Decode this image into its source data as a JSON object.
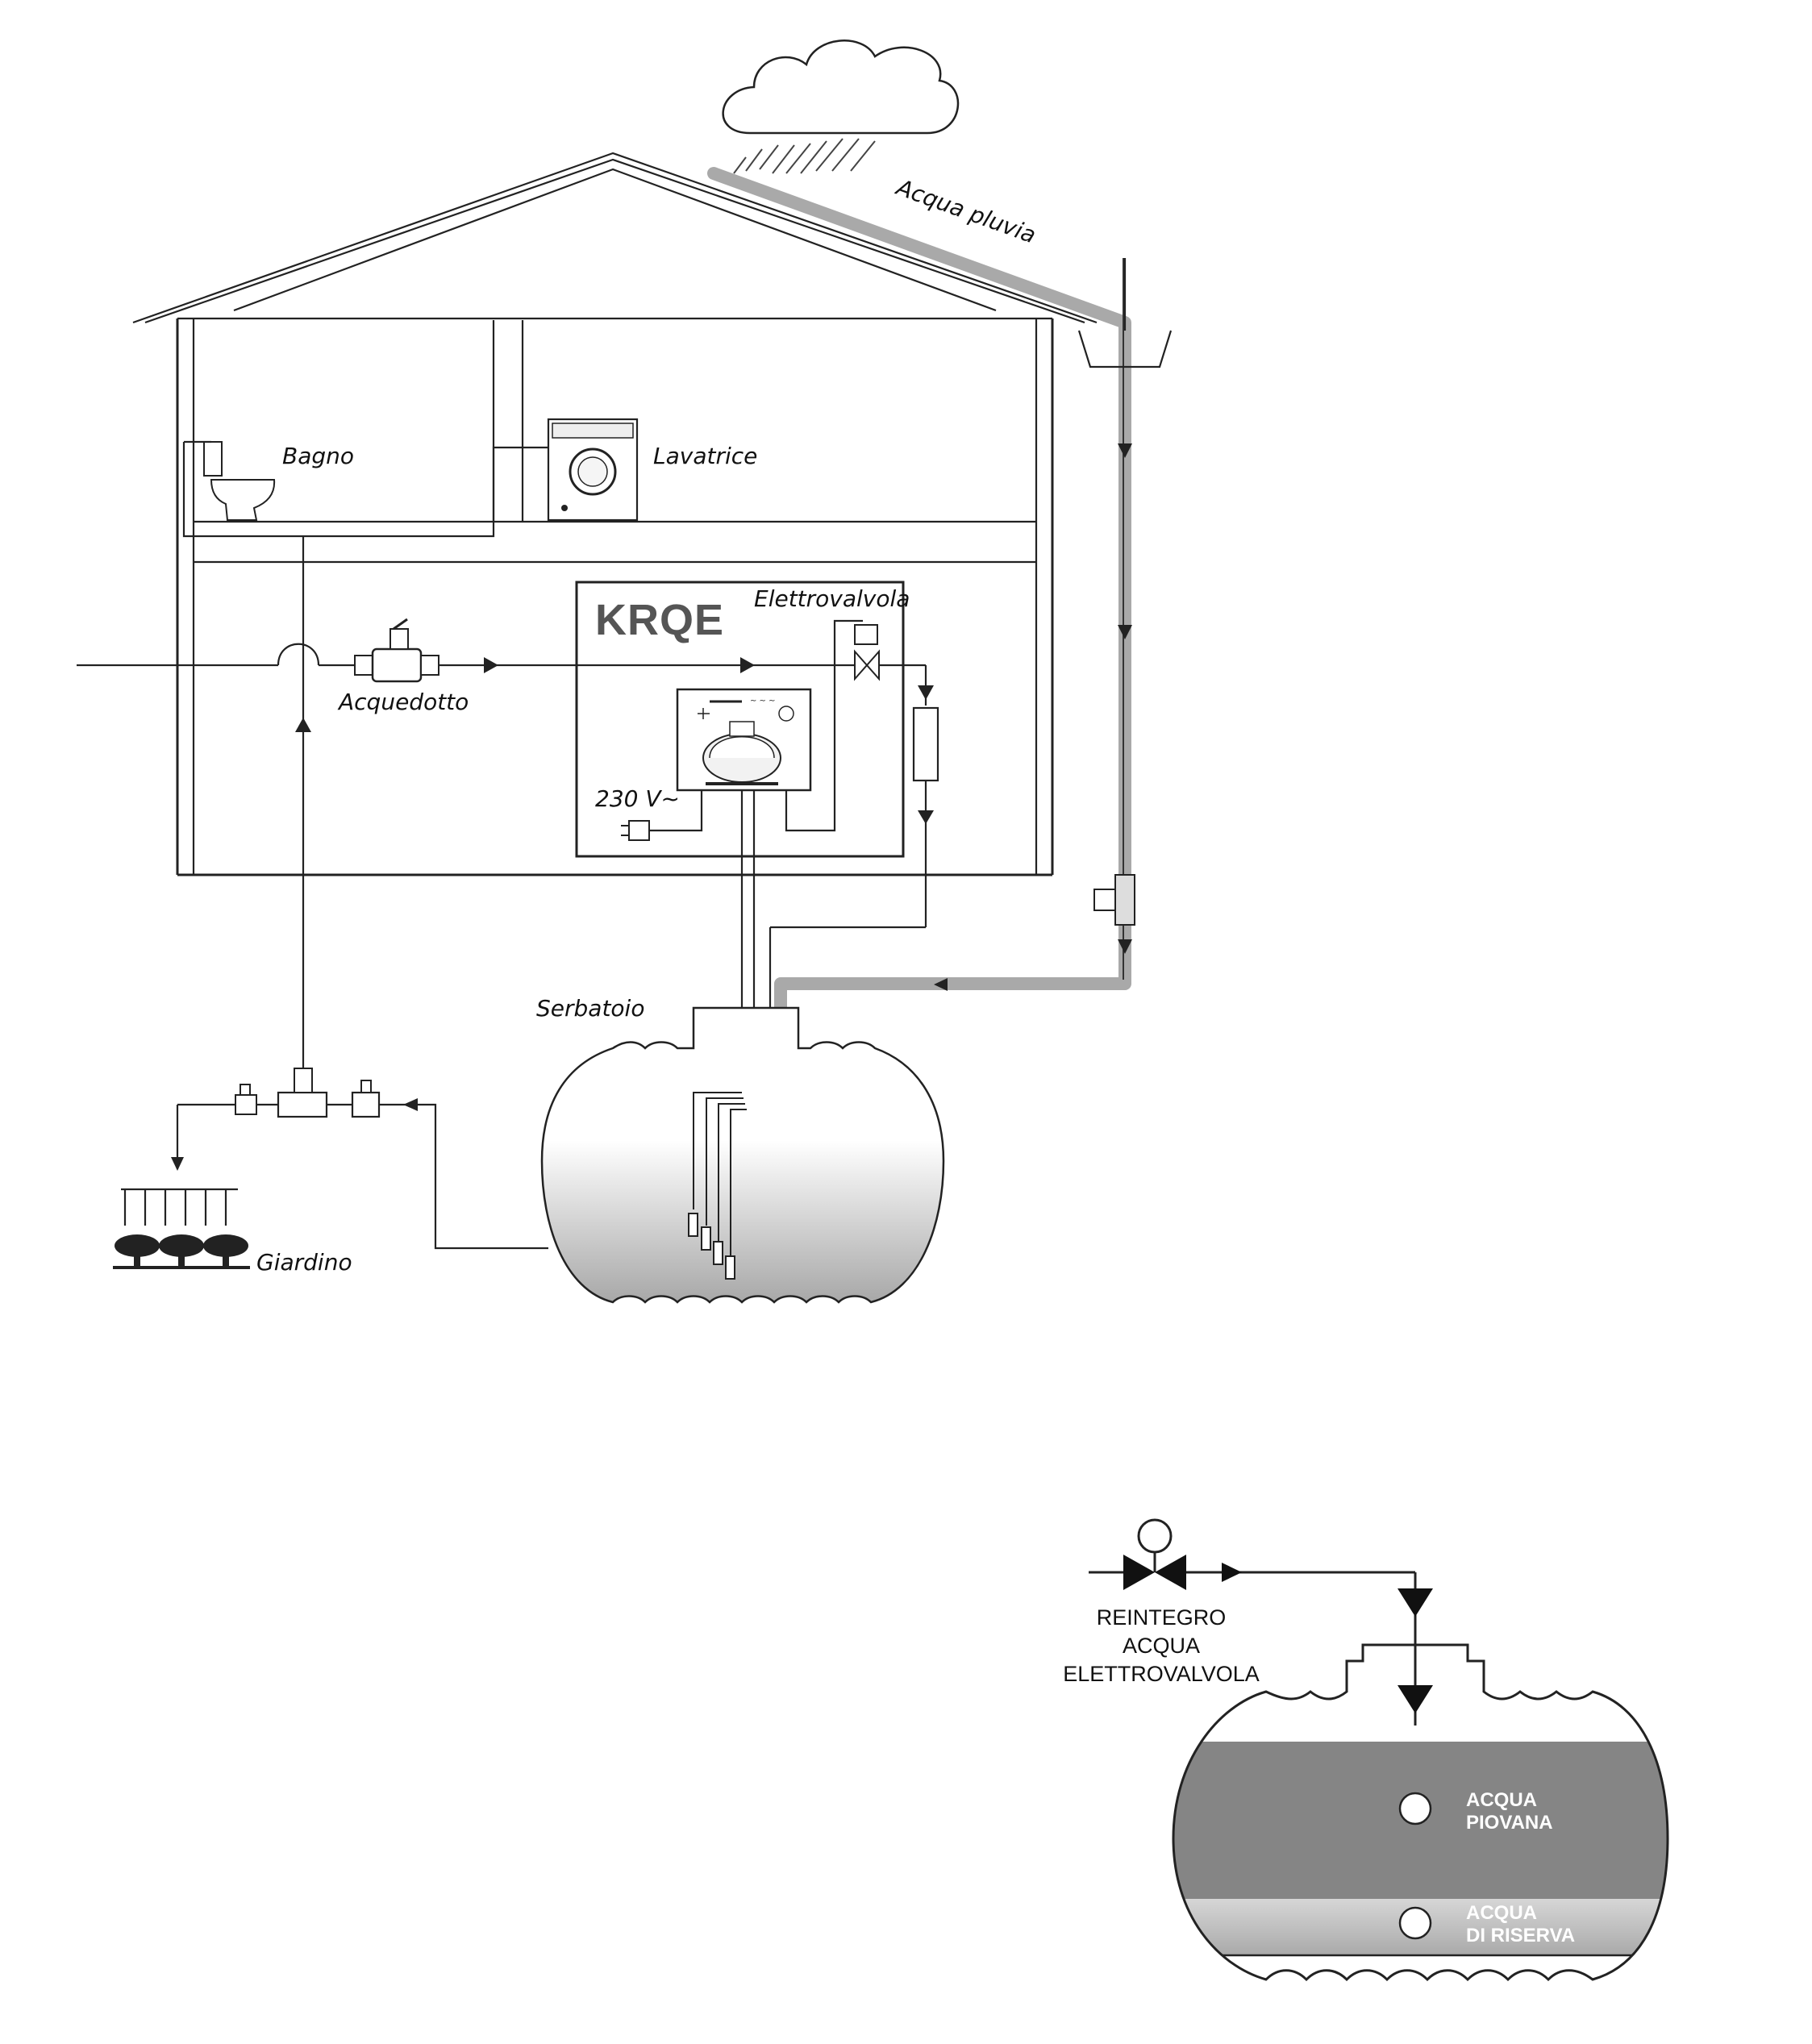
{
  "labels": {
    "rain": "Acqua pluvia",
    "bathroom": "Bagno",
    "washer": "Lavatrice",
    "brand": "KRQE",
    "solenoid": "Elettrovalvola",
    "mains": "Acquedotto",
    "power": "230 V~",
    "tank": "Serbatoio",
    "garden": "Giardino"
  },
  "detail": {
    "refill_line1": "REINTEGRO",
    "refill_line2": "ACQUA",
    "refill_line3": "ELETTROVALVOLA",
    "rainwater_line1": "ACQUA",
    "rainwater_line2": "PIOVANA",
    "reserve_line1": "ACQUA",
    "reserve_line2": "DI RISERVA"
  },
  "colors": {
    "rain_pipe": "#a9a9a9",
    "rainwater_fill": "#858585",
    "reserve_fill": "#c4c4c4",
    "line": "#222222"
  }
}
